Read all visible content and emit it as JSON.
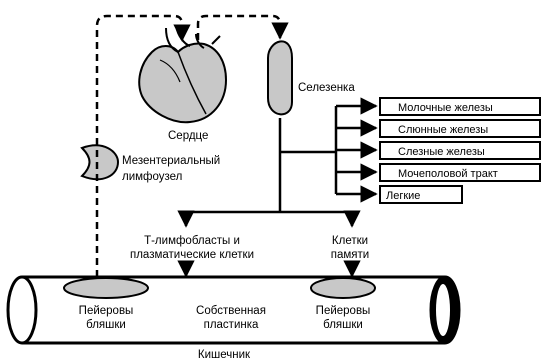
{
  "labels": {
    "heart": "Сердце",
    "spleen": "Селезенка",
    "node_line1": "Мезентериальный",
    "node_line2": "лимфоузел",
    "tcells_line1": "Т-лимфобласты и",
    "tcells_line2": "плазматические клетки",
    "memory_line1": "Клетки",
    "memory_line2": "памяти",
    "peyer_left_line1": "Пейеровы",
    "peyer_left_line2": "бляшки",
    "lamina_line1": "Собственная",
    "lamina_line2": "пластинка",
    "peyer_right_line1": "Пейеровы",
    "peyer_right_line2": "бляшки",
    "intestine": "Кишечник"
  },
  "targets": [
    "Молочные железы",
    "Слюнные железы",
    "Слезные  железы",
    "Мочеполовой тракт",
    "Легкие"
  ],
  "colors": {
    "organ_fill": "#c8c8c8",
    "line": "#000000"
  }
}
